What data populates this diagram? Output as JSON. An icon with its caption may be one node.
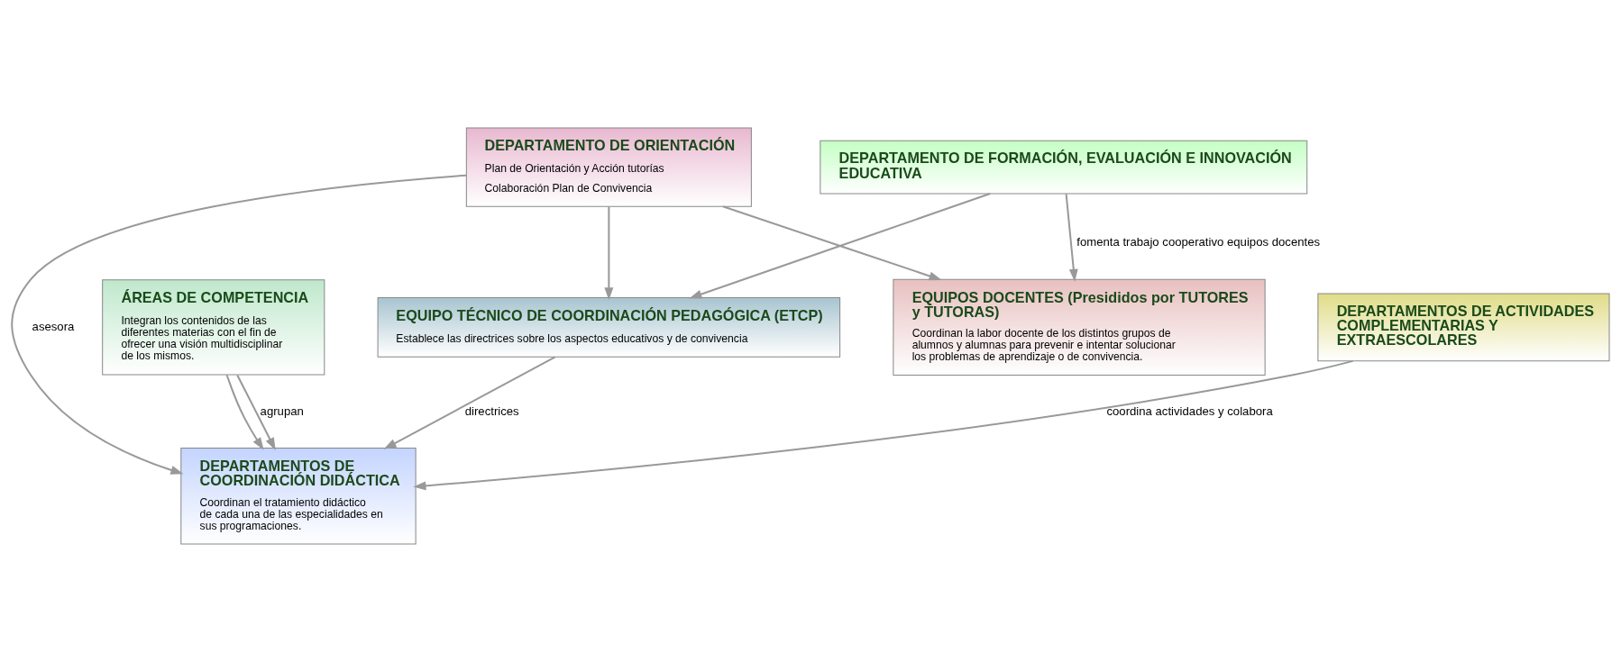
{
  "diagram": {
    "nodes": [
      {
        "text": [
          "EQUIPOS DOCENTES (Presididos por TUTORES y TUTORAS)",
          "Coordinan la labor docente de los distintos grupos de alumnos y alumnas para prevenir e intentar solucionar los problemas de aprendizaje o de convivencia."
        ]
      },
      {
        "text": [
          "DEPARTAMENTOS DE COORDINACIÓN DIDÁCTICA",
          "Coordinan el tratamiento didáctico de cada una de las especialidades en sus programaciones."
        ]
      },
      {
        "text": [
          "ÁREAS DE COMPETENCIA",
          "Integran los contenidos de las diferentes materias con el fin de ofrecer una visión multidisciplinar de los mismos."
        ]
      },
      {
        "text": [
          "DEPARTAMENTO DE ORIENTACIÓN",
          "Plan de Orientación y Acción tutorías",
          "Colaboración Plan de Convivencia"
        ]
      },
      {
        "text": [
          "EQUIPO TÉCNICO DE COORDINACIÓN PEDAGÓGICA (ETCP)",
          "Establece las directrices sobre los aspectos educativos y de convivencia"
        ]
      },
      {
        "text": [
          "DEPARTAMENTOS DE ACTIVIDADES COMPLEMENTARIAS Y EXTRAESCOLARES"
        ]
      },
      {
        "text": [
          "DEPARTAMENTO DE FORMACIÓN, EVALUACIÓN E INNOVACIÓN EDUCATIVA"
        ]
      }
    ],
    "edges": [
      {
        "from": 3,
        "to": 0,
        "arrow": "to"
      },
      {
        "from": 3,
        "to": 1,
        "arrow": "to",
        "label": "asesora"
      },
      {
        "from": 2,
        "to": 1,
        "arrow": "to",
        "label": "agrupan"
      },
      {
        "from": 3,
        "to": 4,
        "arrow": "to"
      },
      {
        "from": 4,
        "to": 1,
        "arrow": "to",
        "label": "directrices"
      },
      {
        "from": 2,
        "to": 1,
        "arrow": "to"
      },
      {
        "from": 5,
        "to": 1,
        "arrow": "to",
        "label": "coordina actividades y colabora"
      },
      {
        "from": 6,
        "to": 0,
        "arrow": "to",
        "label": "fomenta trabajo cooperativo equipos docentes"
      },
      {
        "from": 6,
        "to": 4,
        "arrow": "to"
      }
    ]
  }
}
